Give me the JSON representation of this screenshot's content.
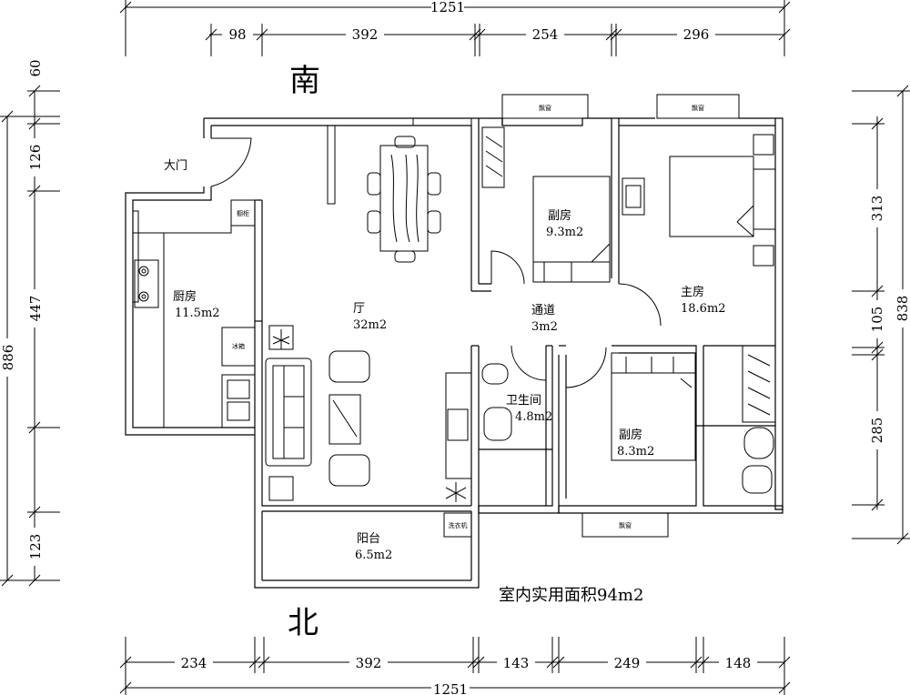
{
  "directions": {
    "south": "南",
    "north": "北"
  },
  "dimensions": {
    "top_total": "1251",
    "top_segments": [
      "98",
      "392",
      "254",
      "296"
    ],
    "bottom_total": "1251",
    "bottom_segments": [
      "234",
      "392",
      "143",
      "249",
      "148"
    ],
    "left_total": "886",
    "left_segments": [
      "60",
      "126",
      "447",
      "123"
    ],
    "right_total": "838",
    "right_segments": [
      "313",
      "105",
      "285"
    ]
  },
  "rooms": {
    "entrance": "大门",
    "kitchen": {
      "name": "厨房",
      "area": "11.5m2"
    },
    "living": {
      "name": "厅",
      "area": "32m2"
    },
    "corridor": {
      "name": "通道",
      "area": "3m2"
    },
    "second_bedroom_top": {
      "name": "副房",
      "area": "9.3m2"
    },
    "master_bedroom": {
      "name": "主房",
      "area": "18.6m2"
    },
    "bathroom": {
      "name": "卫生间",
      "area": "4.8m2"
    },
    "second_bedroom_bottom": {
      "name": "副房",
      "area": "8.3m2"
    },
    "balcony": {
      "name": "阳台",
      "area": "6.5m2"
    }
  },
  "fixtures": {
    "window_left": "飘窗",
    "window_right": "飘窗",
    "window_bottom": "飘窗",
    "kitchen_cabinet": "橱柜",
    "fridge": "冰箱",
    "washer": "洗衣机"
  },
  "total_area": "室内实用面积94m2"
}
